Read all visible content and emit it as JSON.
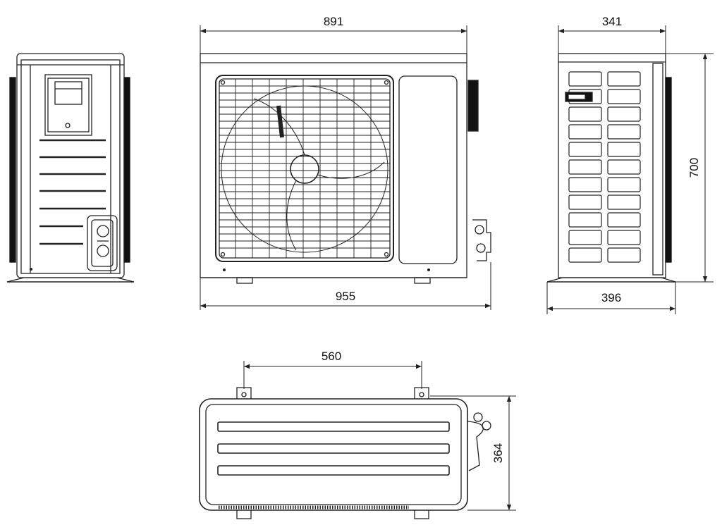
{
  "dimensions": {
    "front_housing_width": "891",
    "front_total_width": "955",
    "side_depth": "341",
    "side_base_depth": "396",
    "height": "700",
    "mount_hole_spacing": "560",
    "top_view_depth": "364"
  },
  "icons": {
    "left_view": "left-side-view-drawing",
    "front_view": "front-view-drawing",
    "right_view": "right-side-view-drawing",
    "top_view": "top-view-drawing"
  },
  "colors": {
    "line": "#222222",
    "background": "#ffffff"
  }
}
